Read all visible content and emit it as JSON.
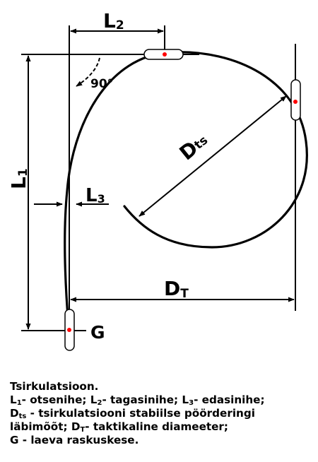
{
  "labels": {
    "l1": {
      "main": "L",
      "sub": "1"
    },
    "l2": {
      "main": "L",
      "sub": "2"
    },
    "l3": {
      "main": "L",
      "sub": "3"
    },
    "dts": {
      "main": "D",
      "sub": "ts"
    },
    "dt": {
      "main": "D",
      "sub": "T"
    },
    "g": "G",
    "angle": "90°"
  },
  "caption": {
    "title": "Tsirkulatsioon.",
    "l1_sym": "L",
    "l1_sub": "1",
    "l1_text": "- otsenihe; ",
    "l2_sym": "L",
    "l2_sub": "2",
    "l2_text": "- tagasinihe; ",
    "l3_sym": "L",
    "l3_sub": "3",
    "l3_text": "- edasinihe;",
    "dts_sym": "D",
    "dts_sub": "ts",
    "dts_text": " - tsirkulatsiooni stabiilse pöörderingi",
    "line4": "läbimõõt; ",
    "dt_sym": "D",
    "dt_sub": "T",
    "dt_text": "- taktikaline diameeter;",
    "line5": "G - laeva raskuskese."
  },
  "colors": {
    "line": "#000000",
    "marker": "#ff0000",
    "background": "#ffffff"
  }
}
